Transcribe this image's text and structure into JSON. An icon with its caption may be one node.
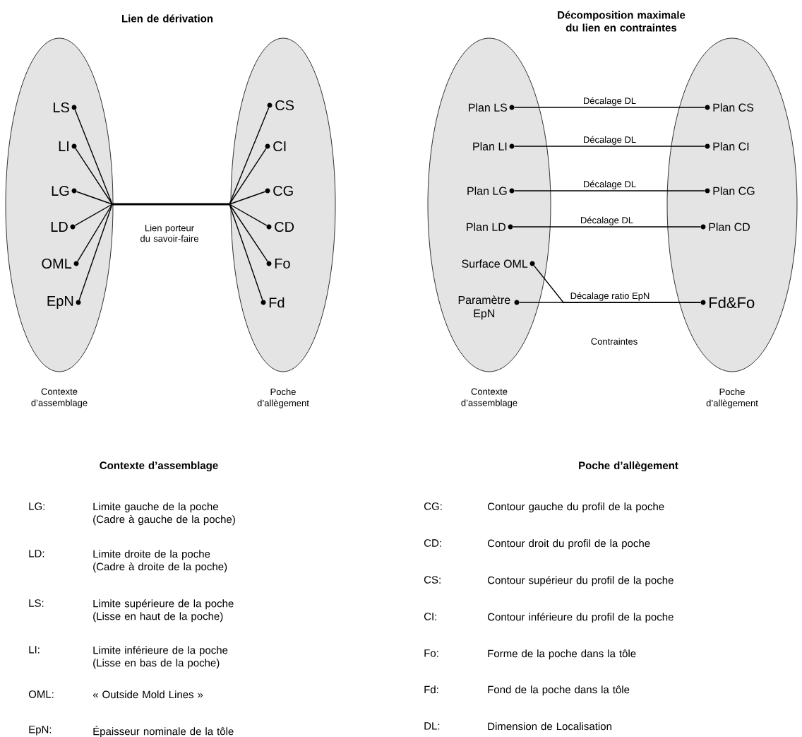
{
  "diagram": {
    "nodes": [
      {
        "text": [
          "Contexte d’assemblage"
        ]
      },
      {
        "text": [
          "Poche d’allègement"
        ]
      },
      {
        "text": [
          "LS"
        ],
        "in": 0
      },
      {
        "text": [
          "LI"
        ],
        "in": 0
      },
      {
        "text": [
          "LG"
        ],
        "in": 0
      },
      {
        "text": [
          "LD"
        ],
        "in": 0
      },
      {
        "text": [
          "OML"
        ],
        "in": 0
      },
      {
        "text": [
          "EpN"
        ],
        "in": 0
      },
      {
        "text": [
          "CS"
        ],
        "in": 1
      },
      {
        "text": [
          "CI"
        ],
        "in": 1
      },
      {
        "text": [
          "CG"
        ],
        "in": 1
      },
      {
        "text": [
          "CD"
        ],
        "in": 1
      },
      {
        "text": [
          "Fo"
        ],
        "in": 1
      },
      {
        "text": [
          "Fd"
        ],
        "in": 1
      },
      {
        "text": [
          "Contexte d’assemblage"
        ]
      },
      {
        "text": [
          "Poche d’allègement"
        ]
      },
      {
        "text": [
          "Plan LS"
        ],
        "in": 14
      },
      {
        "text": [
          "Plan LI"
        ],
        "in": 14
      },
      {
        "text": [
          "Plan LG"
        ],
        "in": 14
      },
      {
        "text": [
          "Plan LD"
        ],
        "in": 14
      },
      {
        "text": [
          "Surface OML"
        ],
        "in": 14
      },
      {
        "text": [
          "Paramètre EpN"
        ],
        "in": 14
      },
      {
        "text": [
          "Plan CS"
        ],
        "in": 15
      },
      {
        "text": [
          "Plan CI"
        ],
        "in": 15
      },
      {
        "text": [
          "Plan CG"
        ],
        "in": 15
      },
      {
        "text": [
          "Plan CD"
        ],
        "in": 15
      },
      {
        "text": [
          "Fd&Fo"
        ],
        "in": 15
      }
    ],
    "edges": [
      {
        "from": 2,
        "to": 8,
        "arrow": "none"
      },
      {
        "from": 2,
        "to": 9,
        "arrow": "none"
      },
      {
        "from": 2,
        "to": 10,
        "arrow": "none"
      },
      {
        "from": 2,
        "to": 11,
        "arrow": "none"
      },
      {
        "from": 2,
        "to": 12,
        "arrow": "none"
      },
      {
        "from": 2,
        "to": 13,
        "arrow": "none"
      },
      {
        "from": 3,
        "to": 8,
        "arrow": "none"
      },
      {
        "from": 3,
        "to": 9,
        "arrow": "none"
      },
      {
        "from": 3,
        "to": 10,
        "arrow": "none"
      },
      {
        "from": 3,
        "to": 11,
        "arrow": "none"
      },
      {
        "from": 3,
        "to": 12,
        "arrow": "none"
      },
      {
        "from": 3,
        "to": 13,
        "arrow": "none"
      },
      {
        "from": 4,
        "to": 8,
        "arrow": "none"
      },
      {
        "from": 4,
        "to": 9,
        "arrow": "none"
      },
      {
        "from": 4,
        "to": 10,
        "arrow": "none"
      },
      {
        "from": 4,
        "to": 11,
        "arrow": "none"
      },
      {
        "from": 4,
        "to": 12,
        "arrow": "none"
      },
      {
        "from": 4,
        "to": 13,
        "arrow": "none"
      },
      {
        "from": 5,
        "to": 8,
        "arrow": "none"
      },
      {
        "from": 5,
        "to": 9,
        "arrow": "none"
      },
      {
        "from": 5,
        "to": 10,
        "arrow": "none"
      },
      {
        "from": 5,
        "to": 11,
        "arrow": "none"
      },
      {
        "from": 5,
        "to": 12,
        "arrow": "none"
      },
      {
        "from": 5,
        "to": 13,
        "arrow": "none"
      },
      {
        "from": 6,
        "to": 8,
        "arrow": "none"
      },
      {
        "from": 6,
        "to": 9,
        "arrow": "none"
      },
      {
        "from": 6,
        "to": 10,
        "arrow": "none"
      },
      {
        "from": 6,
        "to": 11,
        "arrow": "none"
      },
      {
        "from": 6,
        "to": 12,
        "arrow": "none"
      },
      {
        "from": 6,
        "to": 13,
        "arrow": "none"
      },
      {
        "from": 7,
        "to": 8,
        "arrow": "none"
      },
      {
        "from": 7,
        "to": 9,
        "arrow": "none"
      },
      {
        "from": 7,
        "to": 10,
        "arrow": "none"
      },
      {
        "from": 7,
        "to": 11,
        "arrow": "none"
      },
      {
        "from": 7,
        "to": 12,
        "arrow": "none"
      },
      {
        "from": 7,
        "to": 13,
        "arrow": "none"
      },
      {
        "from": 16,
        "to": 22,
        "arrow": "none",
        "label": "Décalage DL"
      },
      {
        "from": 17,
        "to": 23,
        "arrow": "none",
        "label": "Décalage DL"
      },
      {
        "from": 18,
        "to": 24,
        "arrow": "none",
        "label": "Décalage DL"
      },
      {
        "from": 19,
        "to": 25,
        "arrow": "none",
        "label": "Décalage DL"
      },
      {
        "from": 20,
        "to": 26,
        "arrow": "none"
      },
      {
        "from": 21,
        "to": 26,
        "arrow": "none",
        "label": "Décalage ratio EpN"
      }
    ],
    "labels": [
      "Lien de dérivation",
      "Décomposition maximale du lien en contraintes",
      "Lien porteur du savoir-faire",
      "Contraintes",
      "Contexte d’assemblage",
      "LG:",
      "Limite gauche de la poche (Cadre à gauche de la poche)",
      "LD:",
      "Limite droite de la poche (Cadre à droite de la poche)",
      "LS:",
      "Limite supérieure de la poche (Lisse en haut de la poche)",
      "LI:",
      "Limite inférieure de la poche (Lisse en bas de la poche)",
      "OML:",
      "« Outside Mold Lines »",
      "EpN:",
      "Épaisseur nominale de la tôle",
      "Poche d’allègement",
      "CG:",
      "Contour gauche du profil de la poche",
      "CD:",
      "Contour droit du profil de la poche",
      "CS:",
      "Contour supérieur du profil de la poche",
      "CI:",
      "Contour inférieure du profil de la poche",
      "Fo:",
      "Forme de la poche dans la tôle",
      "Fd:",
      "Fond de la poche dans la tôle",
      "DL:",
      "Dimension de Localisation"
    ]
  }
}
